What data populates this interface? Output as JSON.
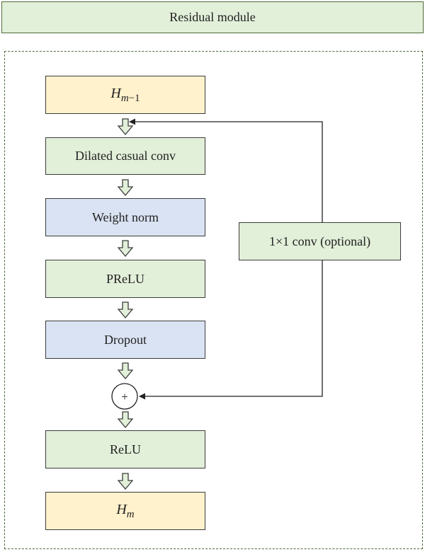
{
  "diagram": {
    "title": "Residual module",
    "input": {
      "symbol": "H",
      "subscript_var": "m",
      "subscript_op": "−1"
    },
    "blocks": [
      {
        "label": "Dilated casual conv"
      },
      {
        "label": "Weight norm"
      },
      {
        "label": "PReLU"
      },
      {
        "label": "Dropout"
      }
    ],
    "shortcut_label": "1×1 conv (optional)",
    "sum_symbol": "+",
    "activation": "ReLU",
    "output": {
      "symbol": "H",
      "subscript_var": "m"
    }
  },
  "colors": {
    "green": "#e2efd9",
    "blue": "#dae3f3",
    "yellow": "#fff2cc",
    "border": "#3c3c3c",
    "frame": "#4f6b3c"
  }
}
